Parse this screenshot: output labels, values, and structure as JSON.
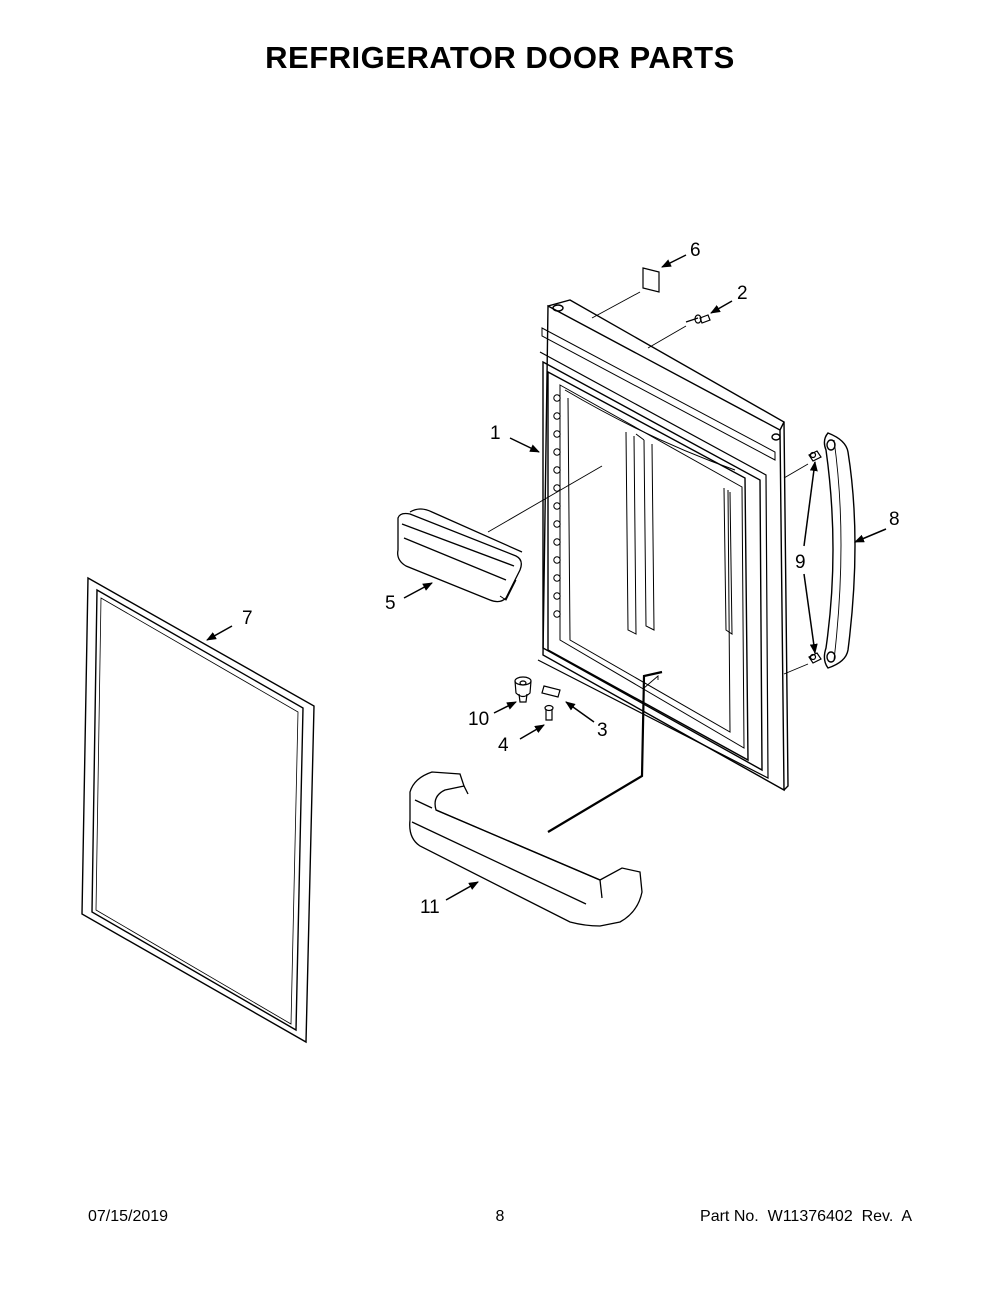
{
  "title": "REFRIGERATOR DOOR PARTS",
  "callouts": {
    "c1": "1",
    "c2": "2",
    "c3": "3",
    "c4": "4",
    "c5": "5",
    "c6": "6",
    "c7": "7",
    "c8": "8",
    "c9": "9",
    "c10": "10",
    "c11": "11"
  },
  "footer": {
    "date": "07/15/2019",
    "page": "8",
    "part": "Part No.  W11376402  Rev.  A"
  }
}
